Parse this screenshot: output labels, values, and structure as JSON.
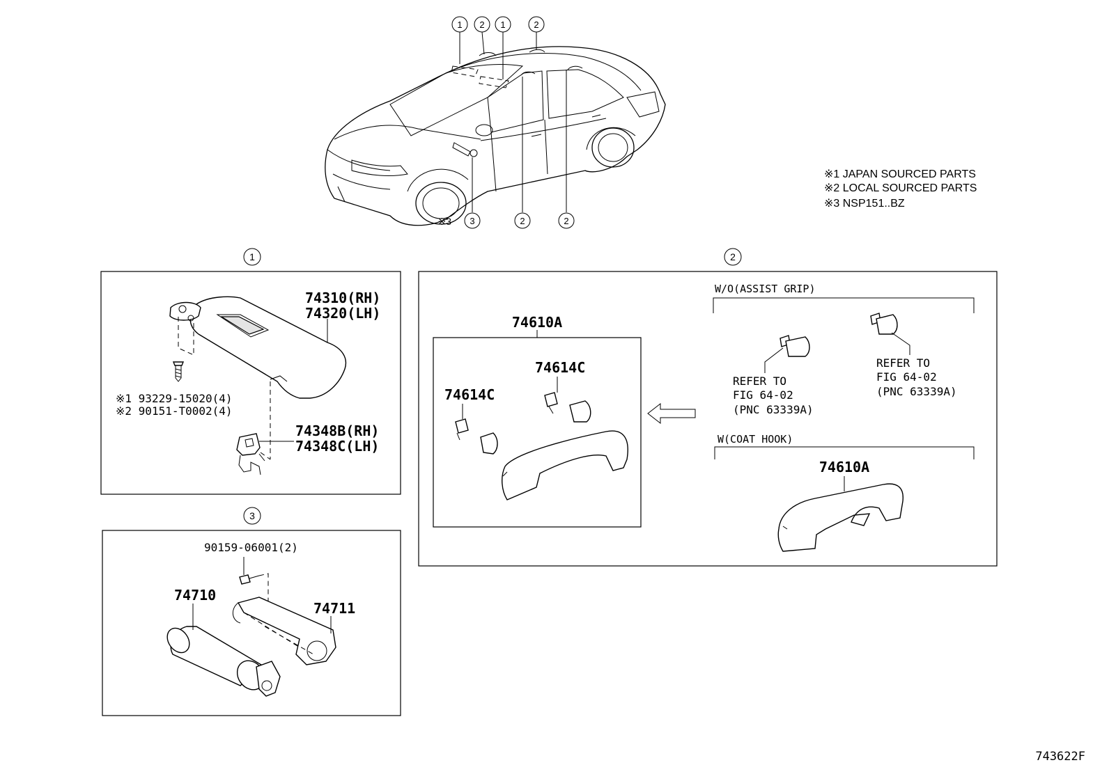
{
  "notes": [
    "※1 JAPAN SOURCED PARTS",
    "※2 LOCAL SOURCED PARTS",
    "※3 NSP151..BZ"
  ],
  "callout_marks": {
    "one": "1",
    "two": "2",
    "three": "3",
    "note3_prefix": "※3"
  },
  "section1": {
    "visor_rh": "74310(RH)",
    "visor_lh": "74320(LH)",
    "screw_jp": "※1 93229-15020(4)",
    "screw_local": "※2 90151-T0002(4)",
    "holder_rh": "74348B(RH)",
    "holder_lh": "74348C(LH)"
  },
  "section2": {
    "grip_assy": "74610A",
    "clip_a": "74614C",
    "clip_b": "74614C",
    "wo_label": "W/O(ASSIST GRIP)",
    "refer1": [
      "REFER TO",
      "FIG 64-02",
      "(PNC 63339A)"
    ],
    "refer2": [
      "REFER TO",
      "FIG 64-02",
      "(PNC 63339A)"
    ],
    "w_label": "W(COAT HOOK)",
    "coat_hook": "74610A"
  },
  "section3": {
    "bolt": "90159-06001(2)",
    "holder": "74710",
    "bracket": "74711"
  },
  "figure_code": "743622F"
}
